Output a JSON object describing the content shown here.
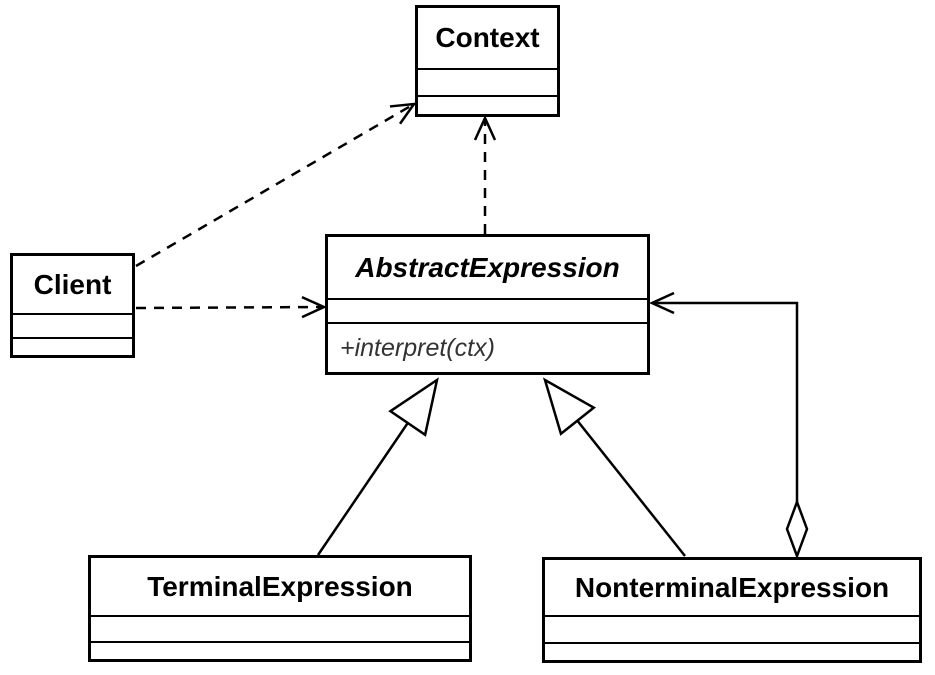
{
  "diagram": {
    "type": "uml-class-diagram",
    "pattern": "Interpreter",
    "background_color": "#ffffff",
    "line_color": "#000000",
    "box_fill_color": "#ffffff",
    "title_text_color": "#000000",
    "method_text_color": "#333333",
    "classes": {
      "context": {
        "name": "Context",
        "abstract": false,
        "attributes": [],
        "methods": []
      },
      "client": {
        "name": "Client",
        "abstract": false,
        "attributes": [],
        "methods": []
      },
      "abstract_expression": {
        "name": "AbstractExpression",
        "abstract": true,
        "attributes": [],
        "methods": [
          "+interpret(ctx)"
        ]
      },
      "terminal_expression": {
        "name": "TerminalExpression",
        "abstract": false,
        "attributes": [],
        "methods": []
      },
      "nonterminal_expression": {
        "name": "NonterminalExpression",
        "abstract": false,
        "attributes": [],
        "methods": []
      }
    },
    "relationships": [
      {
        "from": "Client",
        "to": "Context",
        "type": "dependency",
        "line": "dashed",
        "arrowhead": "open"
      },
      {
        "from": "Client",
        "to": "AbstractExpression",
        "type": "dependency",
        "line": "dashed",
        "arrowhead": "open"
      },
      {
        "from": "AbstractExpression",
        "to": "Context",
        "type": "dependency",
        "line": "dashed",
        "arrowhead": "open"
      },
      {
        "from": "TerminalExpression",
        "to": "AbstractExpression",
        "type": "generalization",
        "line": "solid",
        "arrowhead": "hollow-triangle"
      },
      {
        "from": "NonterminalExpression",
        "to": "AbstractExpression",
        "type": "generalization",
        "line": "solid",
        "arrowhead": "hollow-triangle"
      },
      {
        "from": "NonterminalExpression",
        "to": "AbstractExpression",
        "type": "aggregation",
        "line": "solid",
        "arrowhead": "open",
        "tail_decoration": "hollow-diamond"
      }
    ]
  }
}
